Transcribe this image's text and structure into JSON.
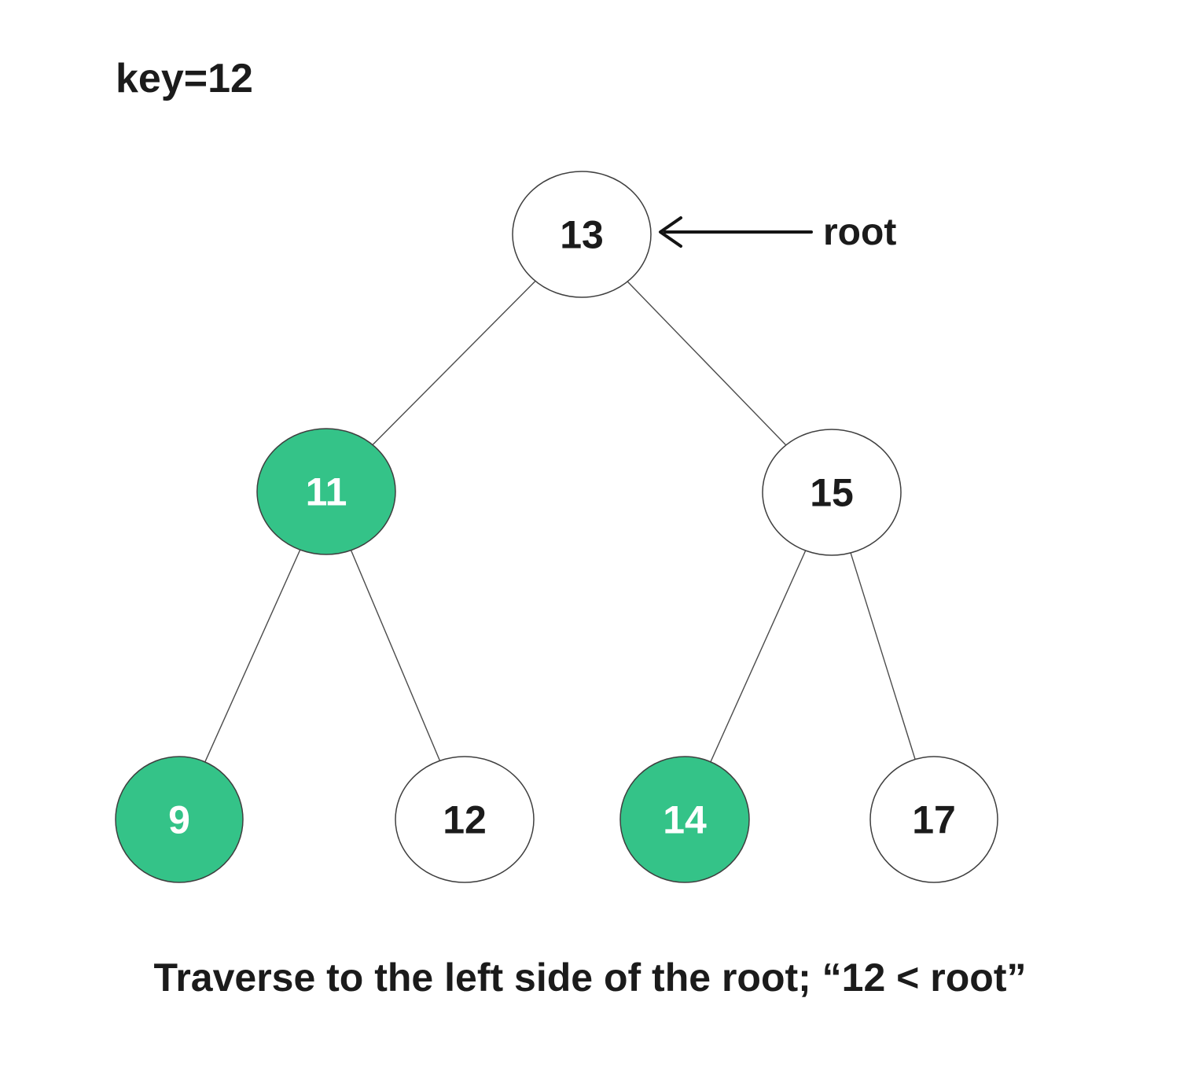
{
  "header": {
    "key_label": "key=12"
  },
  "caption": {
    "text": "Traverse to the left side of the root; “12 < root”"
  },
  "annotation": {
    "root_label": "root",
    "arrow_direction": "left"
  },
  "colors": {
    "highlight": "#34c388",
    "node_fill": "#ffffff",
    "node_stroke": "#3f3f3f",
    "edge": "#4b4b4b",
    "arrow": "#141414",
    "text_dark": "#1b1b1b",
    "text_light": "#ffffff",
    "background": "#ffffff"
  },
  "tree": {
    "nodes": [
      {
        "value": "13",
        "highlighted": false
      },
      {
        "value": "11",
        "highlighted": true
      },
      {
        "value": "15",
        "highlighted": false
      },
      {
        "value": "9",
        "highlighted": true
      },
      {
        "value": "12",
        "highlighted": false
      },
      {
        "value": "14",
        "highlighted": true
      },
      {
        "value": "17",
        "highlighted": false
      }
    ],
    "edges": [
      {
        "from": "13",
        "to": "11"
      },
      {
        "from": "13",
        "to": "15"
      },
      {
        "from": "11",
        "to": "9"
      },
      {
        "from": "11",
        "to": "12"
      },
      {
        "from": "15",
        "to": "14"
      },
      {
        "from": "15",
        "to": "17"
      }
    ]
  }
}
